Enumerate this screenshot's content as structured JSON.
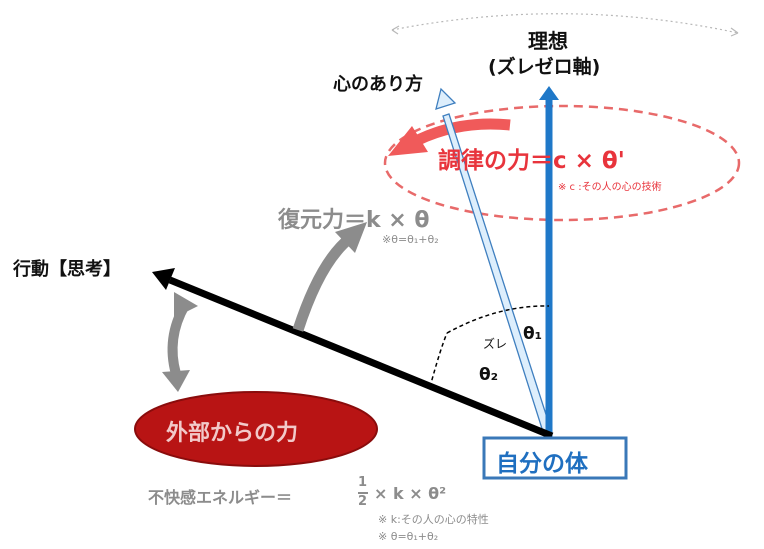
{
  "labels": {
    "ideal": "理想",
    "ideal_axis": "(ズレゼロ軸)",
    "mind": "心のあり方",
    "tuning_force": "調律の力＝c × θ'",
    "tuning_note": "※ c :その人の心の技術",
    "restoring_force": "復元力＝k × θ",
    "restoring_note": "※θ=θ₁+θ₂",
    "action": "行動【思考】",
    "zure": "ズレ",
    "theta1": "θ₁",
    "theta2": "θ₂",
    "external_force": "外部からの力",
    "self_body": "自分の体",
    "discomfort_prefix": "不快感エネルギー＝",
    "frac_num": "1",
    "frac_den": "2",
    "discomfort_suffix": "× k × θ²",
    "note_k": "※ k:その人の心の特性",
    "note_theta": "※ θ=θ₁+θ₂"
  },
  "colors": {
    "ideal_arrow": "#1f78c8",
    "mind_arrow_fill": "#ddeefc",
    "mind_arrow_stroke": "#3f7fbf",
    "action_line": "#000000",
    "tuning": "#e8343c",
    "tuning_ellipse": "#e86a6a",
    "gray_arrow": "#8c8c8c",
    "external_ellipse": "#b81414",
    "self_box_border": "#3a78b8",
    "self_box_fill": "#ffffff",
    "text_gray": "#8c8c8c"
  }
}
